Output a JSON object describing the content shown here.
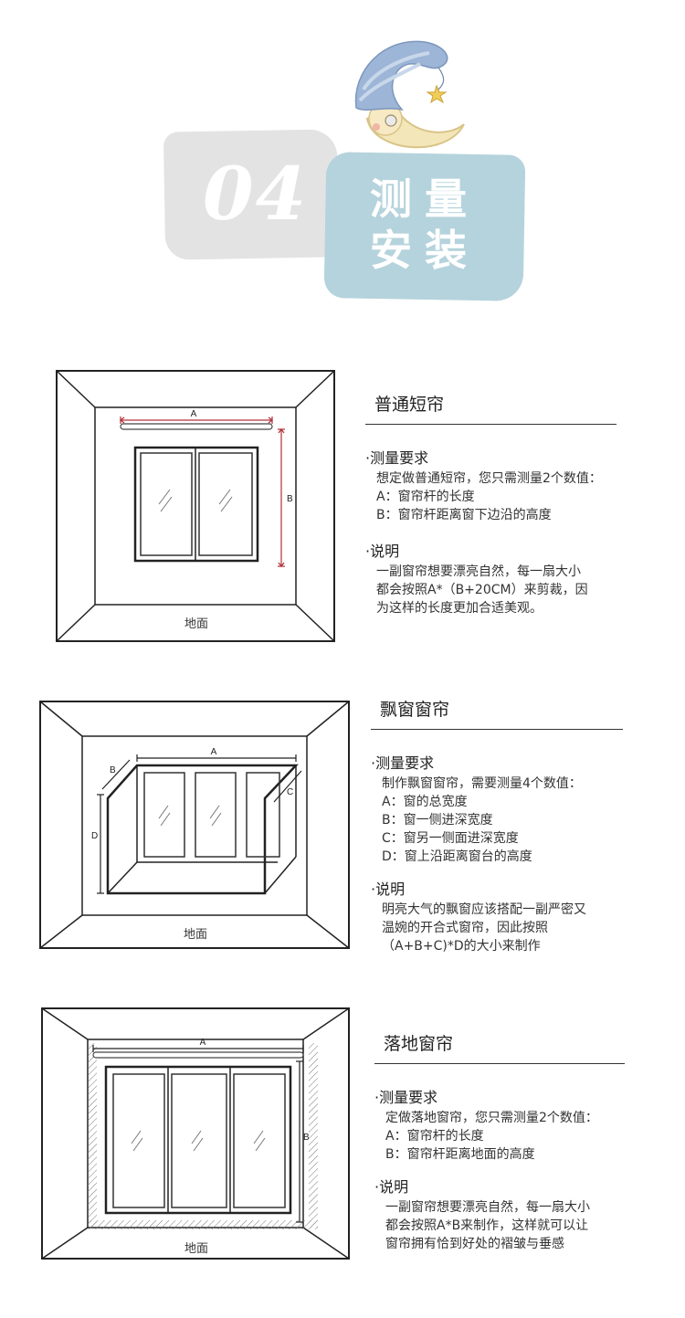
{
  "header": {
    "step_number": "04",
    "title_line1": "测量",
    "title_line2": "安装"
  },
  "sections": [
    {
      "title": "普通短帘",
      "diagram": {
        "label_a": "A",
        "label_b": "B",
        "floor_label": "地面"
      },
      "measure_heading": "·测量要求",
      "measure_lines": [
        "想定做普通短帘，您只需测量2个数值：",
        "A：窗帘杆的长度",
        "B：窗帘杆距离窗下边沿的高度"
      ],
      "note_heading": "·说明",
      "note_lines": [
        "一副窗帘想要漂亮自然，每一扇大小",
        "都会按照A*（B+20CM）来剪裁，因",
        "为这样的长度更加合适美观。"
      ]
    },
    {
      "title": "飘窗窗帘",
      "diagram": {
        "label_a": "A",
        "label_b": "B",
        "label_c": "C",
        "label_d": "D",
        "floor_label": "地面"
      },
      "measure_heading": "·测量要求",
      "measure_lines": [
        "制作飘窗窗帘，需要测量4个数值：",
        "A：窗的总宽度",
        "B：窗一侧进深宽度",
        "C：窗另一侧面进深宽度",
        "D：窗上沿距离窗台的高度"
      ],
      "note_heading": "·说明",
      "note_lines": [
        "明亮大气的飘窗应该搭配一副严密又",
        "温婉的开合式窗帘，因此按照",
        "（A+B+C)*D的大小来制作"
      ]
    },
    {
      "title": "落地窗帘",
      "diagram": {
        "label_a": "A",
        "label_b": "B",
        "floor_label": "地面"
      },
      "measure_heading": "·测量要求",
      "measure_lines": [
        "定做落地窗帘，您只需测量2个数值：",
        "A：窗帘杆的长度",
        "B：窗帘杆距离地面的高度"
      ],
      "note_heading": "·说明",
      "note_lines": [
        "一副窗帘想要漂亮自然，每一扇大小",
        "都会按照A*B来制作，这样就可以让",
        "窗帘拥有恰到好处的褶皱与垂感"
      ]
    }
  ],
  "colors": {
    "accent_red": "#b0303a",
    "title_box": "#b5d3dc",
    "number_box": "#e3e3e3"
  }
}
